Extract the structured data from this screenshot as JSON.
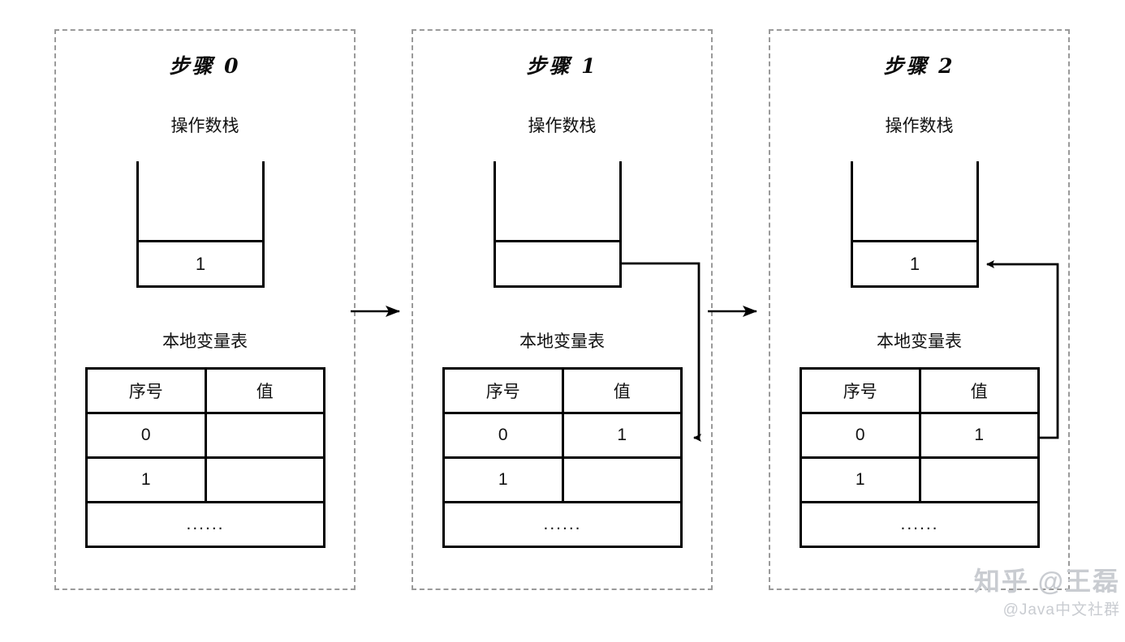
{
  "diagram": {
    "title_prefix": "步骤",
    "panels": [
      {
        "step_title": "步骤 0",
        "stack_label": "操作数栈",
        "stack_top_cell": "",
        "stack_bottom_cell": "1",
        "lvt_label": "本地变量表",
        "lvt_headers": [
          "序号",
          "值"
        ],
        "lvt_rows": [
          {
            "index": "0",
            "value": ""
          },
          {
            "index": "1",
            "value": ""
          }
        ],
        "lvt_ellipsis": "......",
        "arrow": "none"
      },
      {
        "step_title": "步骤 1",
        "stack_label": "操作数栈",
        "stack_top_cell": "",
        "stack_bottom_cell": "",
        "lvt_label": "本地变量表",
        "lvt_headers": [
          "序号",
          "值"
        ],
        "lvt_rows": [
          {
            "index": "0",
            "value": "1"
          },
          {
            "index": "1",
            "value": ""
          }
        ],
        "lvt_ellipsis": "......",
        "arrow": "stack-to-table"
      },
      {
        "step_title": "步骤 2",
        "stack_label": "操作数栈",
        "stack_top_cell": "",
        "stack_bottom_cell": "1",
        "lvt_label": "本地变量表",
        "lvt_headers": [
          "序号",
          "值"
        ],
        "lvt_rows": [
          {
            "index": "0",
            "value": "1"
          },
          {
            "index": "1",
            "value": ""
          }
        ],
        "lvt_ellipsis": "......",
        "arrow": "table-to-stack"
      }
    ],
    "connectors": [
      {
        "from": "步骤 0",
        "to": "步骤 1",
        "direction": "right"
      },
      {
        "from": "步骤 1",
        "to": "步骤 2",
        "direction": "right"
      }
    ],
    "colors": {
      "panel_border": "#9a9a9a",
      "stroke": "#000000",
      "text": "#111111",
      "watermark": "#c9ccd1",
      "background": "#ffffff"
    }
  },
  "watermark": {
    "main": "知乎 @王磊",
    "sub": "@Java中文社群"
  }
}
